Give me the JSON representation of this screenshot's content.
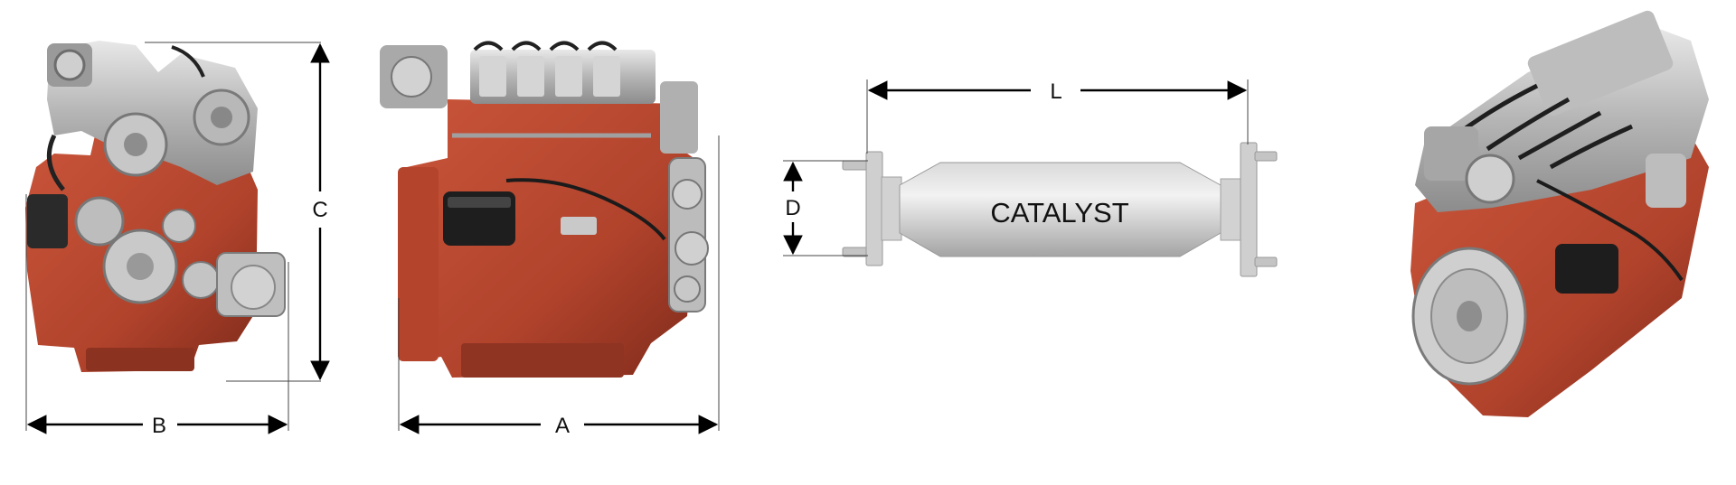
{
  "dimensions": {
    "a": "A",
    "b": "B",
    "c": "C",
    "d": "D",
    "l": "L"
  },
  "catalyst": {
    "label": "CATALYST"
  },
  "colors": {
    "engine_red": "#b7472f",
    "engine_red_dark": "#7e2a1b",
    "engine_gray": "#a7a7a7",
    "catalyst_gray": "#c9c9c9",
    "dimension_line": "#000000"
  }
}
